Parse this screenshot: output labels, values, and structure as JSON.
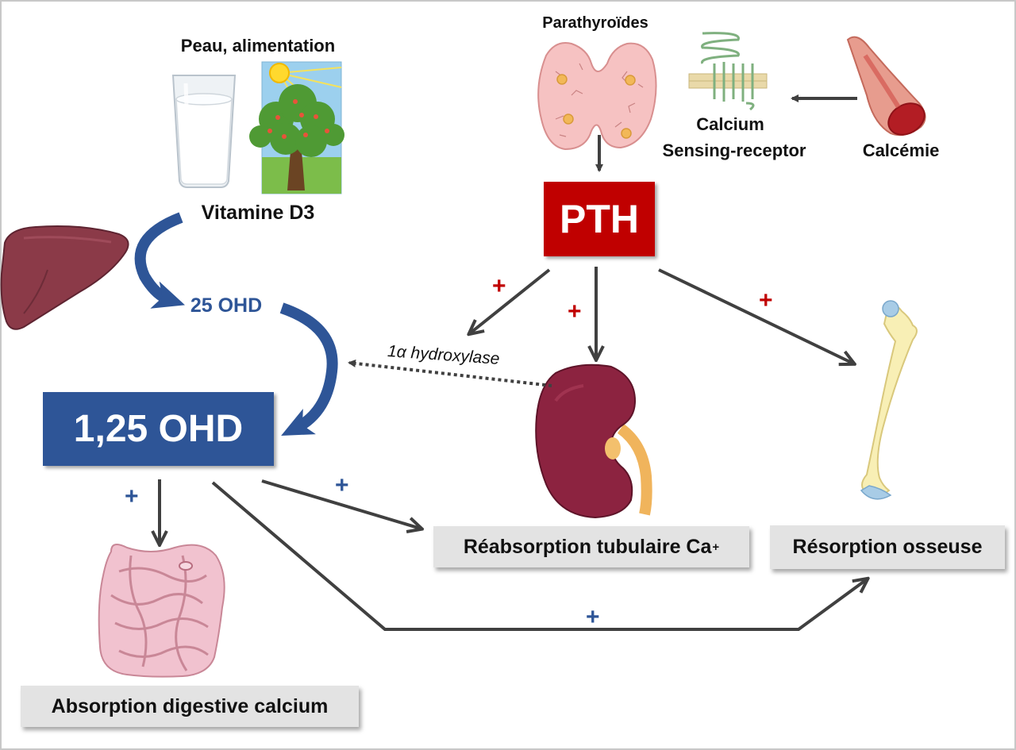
{
  "sources": {
    "title": "Peau, alimentation",
    "vitamin": "Vitamine D3"
  },
  "parathyroid": {
    "title": "Parathyroïdes"
  },
  "receptor": {
    "line1": "Calcium",
    "line2": "Sensing-receptor"
  },
  "calcemia": {
    "label": "Calcémie"
  },
  "pth": {
    "label": "PTH"
  },
  "ohd25": {
    "label": "25 OHD"
  },
  "ohd125": {
    "label": "1,25 OHD"
  },
  "enzyme": {
    "label": "1α hydroxylase"
  },
  "outcomes": {
    "tubular": "Réabsorption tubulaire Ca",
    "tubular_sup": "+",
    "bone": "Résorption osseuse",
    "digestive": "Absorption digestive calcium"
  },
  "signs": {
    "plus": "+"
  },
  "colors": {
    "blue": "#2e5597",
    "red": "#c00000",
    "grey_box": "#e3e3e3",
    "arrow": "#404040"
  }
}
